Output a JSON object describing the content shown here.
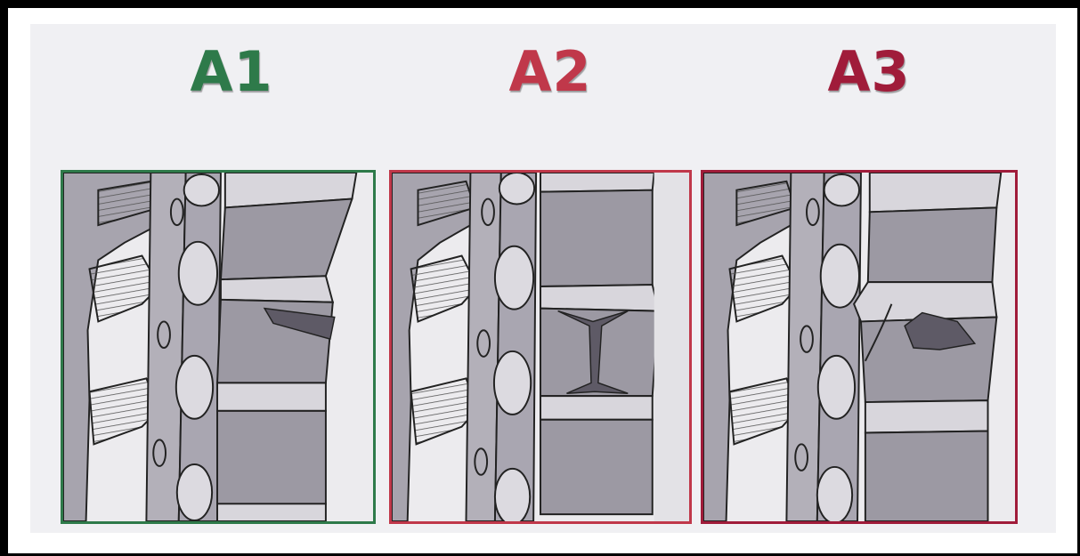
{
  "colors": {
    "a1": "#2e7a4a",
    "a2": "#c0384a",
    "a3": "#a01c3a"
  },
  "panels": [
    {
      "label": "A1",
      "type": "wedge-impaction"
    },
    {
      "label": "A2",
      "type": "split-fracture"
    },
    {
      "label": "A3",
      "type": "burst-fracture"
    }
  ]
}
